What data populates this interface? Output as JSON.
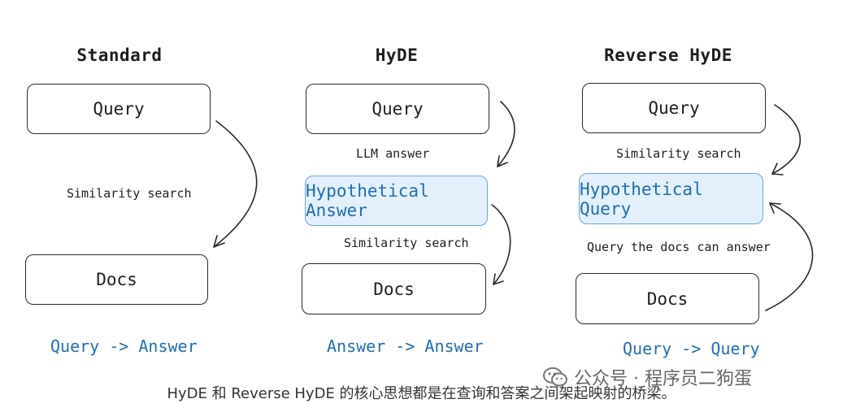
{
  "columns": [
    {
      "title": "Standard",
      "top_box": "Query",
      "label_1": "Similarity search",
      "bottom_box": "Docs",
      "mapping": "Query -> Answer"
    },
    {
      "title": "HyDE",
      "top_box": "Query",
      "label_1": "LLM answer",
      "middle_box": "Hypothetical Answer",
      "label_2": "Similarity search",
      "bottom_box": "Docs",
      "mapping": "Answer -> Answer"
    },
    {
      "title": "Reverse HyDE",
      "top_box": "Query",
      "label_1": "Similarity search",
      "middle_box": "Hypothetical Query",
      "label_2": "Query the docs can answer",
      "bottom_box": "Docs",
      "mapping": "Query -> Query"
    }
  ],
  "caption": "HyDE 和 Reverse HyDE 的核心思想都是在查询和答案之间架起映射的桥梁。",
  "watermark": "公众号 · 程序员二狗蛋",
  "colors": {
    "accent": "#1f6db8",
    "highlight_fill": "#e3f0fb",
    "highlight_border": "#6aa5d6"
  }
}
